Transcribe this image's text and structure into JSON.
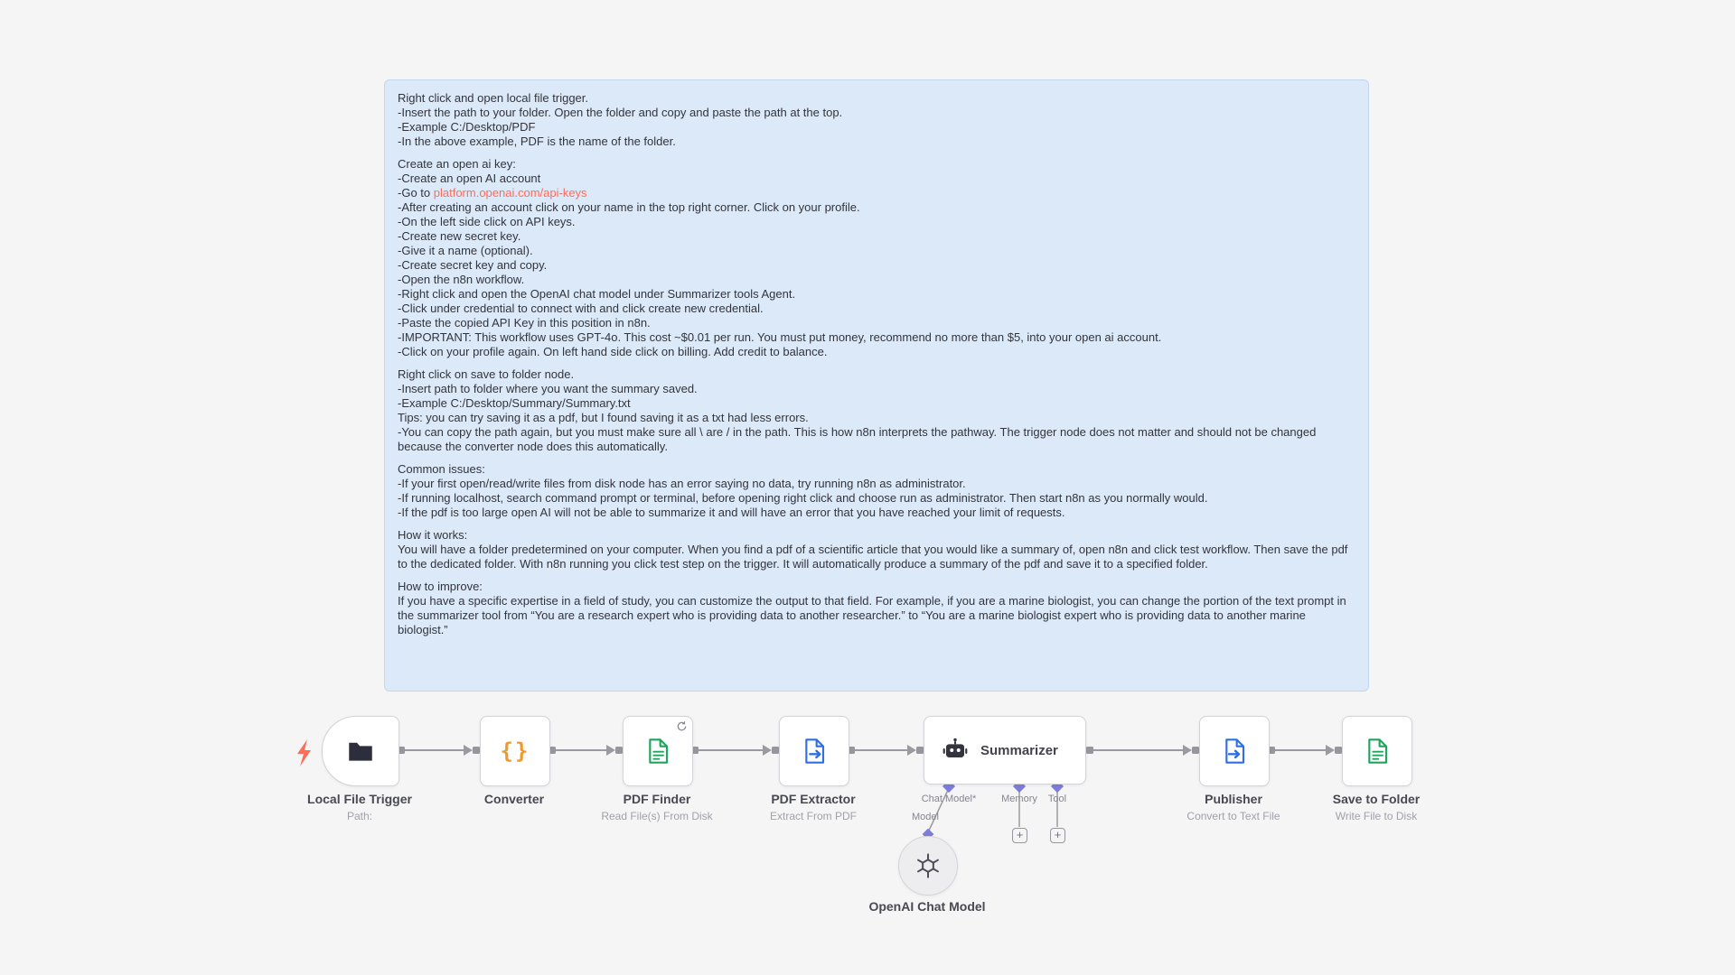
{
  "colors": {
    "canvas_bg": "#f5f5f6",
    "sticky_bg": "#dbe9f8",
    "link": "#ff6d5a",
    "connector_gray": "#9a9aa0",
    "ai_connector_purple": "#7d7dd8",
    "icon_green": "#21a45d",
    "icon_blue": "#2f6fe4",
    "icon_orange": "#ef9a2d",
    "trigger_zap": "#ff6d5a"
  },
  "ui": {
    "plus": "+"
  },
  "sticky": {
    "p1": "Right click and open local file trigger.\n-Insert the path to your folder. Open the folder and copy and paste the path at the top.\n-Example C:/Desktop/PDF\n-In the above example, PDF is the name of the folder.",
    "p2_before": "Create an open ai key:\n-Create an open AI account\n-Go to ",
    "p2_link": "platform.openai.com/api-keys",
    "p2_after": "\n-After creating an account click on your name in the top right corner. Click on your profile.\n-On the left side click on API keys.\n-Create new secret key.\n-Give it a name (optional).\n-Create secret key and copy.\n-Open the n8n workflow.\n-Right click and open the OpenAI chat model under Summarizer tools Agent.\n-Click under credential to connect with and click create new credential.\n-Paste the copied API Key in this position in n8n.\n-IMPORTANT: This workflow uses GPT-4o. This cost ~$0.01 per run. You must put money, recommend no more than $5, into your open ai account.\n-Click on your profile again. On left hand side click on billing. Add credit to balance.",
    "p3": "Right click on save to folder node.\n-Insert path to folder where you want the summary saved.\n-Example C:/Desktop/Summary/Summary.txt\nTips: you can try saving it as a pdf, but I found saving it as a txt had less errors.\n-You can copy the path again, but you must make sure all \\ are / in the path. This is how n8n interprets the pathway. The trigger node does not matter and should not be changed because the converter node does this automatically.",
    "p4": "Common issues:\n-If your first open/read/write files from disk node has an error saying no data, try running n8n as administrator.\n-If running localhost, search command prompt or terminal, before opening right click and choose run as administrator. Then start n8n as you normally would.\n-If the pdf is too large open AI will not be able to summarize it and will have an error that you have reached your limit of requests.",
    "p5": "How it works:\nYou will have a folder predetermined on your computer. When you find a pdf of a scientific article that you would like a summary of, open n8n and click test workflow. Then save the pdf to the dedicated folder. With n8n running you click test step on the trigger. It will automatically produce a summary of the pdf and save it to a specified folder.",
    "p6": "How to improve:\nIf you have a specific expertise in a field of study, you can customize the output to that field. For example, if you are a marine biologist, you can change the portion of the text prompt in the summarizer tool from “You are a research expert who is providing data to another researcher.” to “You are a marine biologist expert who is providing data to another marine biologist.”"
  },
  "workflow": {
    "nodes": [
      {
        "id": "local-file-trigger",
        "label": "Local File Trigger",
        "sublabel": "Path:",
        "icon": "folder-icon"
      },
      {
        "id": "converter",
        "label": "Converter",
        "icon": "braces-icon",
        "icon_text": "{}"
      },
      {
        "id": "pdf-finder",
        "label": "PDF Finder",
        "sublabel": "Read File(s) From Disk",
        "icon": "file-green-icon",
        "badge": "refresh-icon"
      },
      {
        "id": "pdf-extractor",
        "label": "PDF Extractor",
        "sublabel": "Extract From PDF",
        "icon": "file-export-blue-icon"
      },
      {
        "id": "summarizer",
        "label": "Summarizer",
        "icon": "robot-icon",
        "ports": [
          "Chat Model*",
          "Memory",
          "Tool"
        ]
      },
      {
        "id": "publisher",
        "label": "Publisher",
        "sublabel": "Convert to Text File",
        "icon": "file-export-blue-icon"
      },
      {
        "id": "save-to-folder",
        "label": "Save to Folder",
        "sublabel": "Write File to Disk",
        "icon": "file-green-icon"
      }
    ],
    "sub_node": {
      "id": "openai-chat-model",
      "label": "OpenAI Chat Model",
      "icon": "openai-logo-icon",
      "connection_label": "Model"
    }
  }
}
